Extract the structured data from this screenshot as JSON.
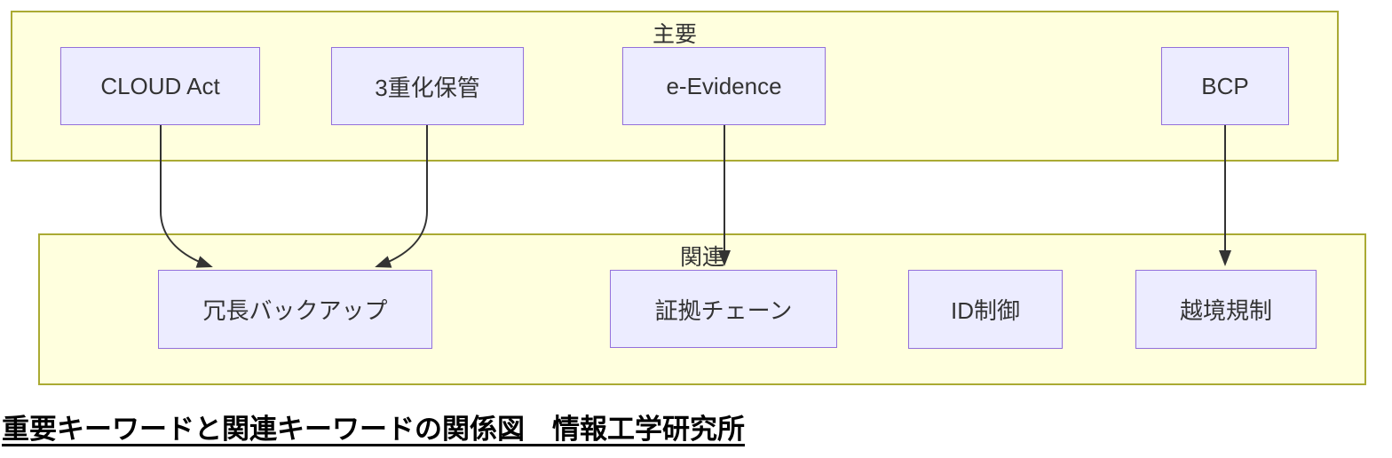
{
  "diagram": {
    "clusters": [
      {
        "id": "main",
        "label": "主要"
      },
      {
        "id": "related",
        "label": "関連"
      }
    ],
    "nodes": [
      {
        "id": "cloud-act",
        "label": "CLOUD Act",
        "group": "主要"
      },
      {
        "id": "triple-storage",
        "label": "3重化保管",
        "group": "主要"
      },
      {
        "id": "e-evidence",
        "label": "e-Evidence",
        "group": "主要"
      },
      {
        "id": "bcp",
        "label": "BCP",
        "group": "主要"
      },
      {
        "id": "redundant-backup",
        "label": "冗長バックアップ",
        "group": "関連"
      },
      {
        "id": "evidence-chain",
        "label": "証拠チェーン",
        "group": "関連"
      },
      {
        "id": "id-control",
        "label": "ID制御",
        "group": "関連"
      },
      {
        "id": "cross-border",
        "label": "越境規制",
        "group": "関連"
      }
    ],
    "edges": [
      {
        "from": "CLOUD Act",
        "to": "冗長バックアップ"
      },
      {
        "from": "3重化保管",
        "to": "冗長バックアップ"
      },
      {
        "from": "e-Evidence",
        "to": "証拠チェーン"
      },
      {
        "from": "BCP",
        "to": "越境規制"
      }
    ],
    "colors": {
      "cluster_fill": "#ffffde",
      "cluster_border": "#aaaa33",
      "node_fill": "#ECECFF",
      "node_border": "#9370DB",
      "edge": "#333333",
      "text": "#333333",
      "caption_text": "#000000"
    }
  },
  "caption": {
    "text": "重要キーワードと関連キーワードの関係図　情報工学研究所"
  }
}
